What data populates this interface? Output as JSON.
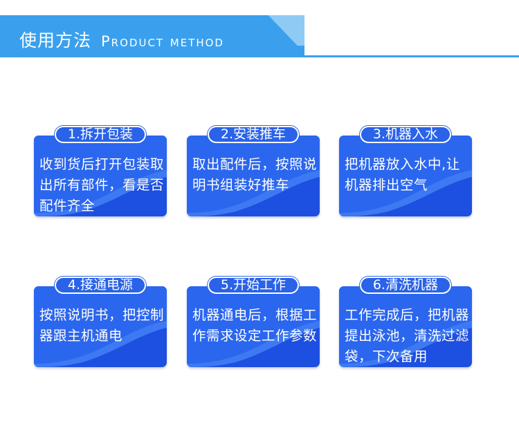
{
  "header": {
    "title_cn": "使用方法",
    "title_en": "Product method"
  },
  "steps": [
    {
      "label": "1.拆开包装",
      "text": "收到货后打开包装取出所有部件，看是否配件齐全"
    },
    {
      "label": "2.安装推车",
      "text": "取出配件后，按照说明书组装好推车"
    },
    {
      "label": "3.机器入水",
      "text": "把机器放入水中,让机器排出空气"
    },
    {
      "label": "4.接通电源",
      "text": "按照说明书，把控制器跟主机通电"
    },
    {
      "label": "5.开始工作",
      "text": "机器通电后，根据工作需求设定工作参数"
    },
    {
      "label": "6.清洗机器",
      "text": "工作完成后，把机器提出泳池，清洗过滤袋，下次备用"
    }
  ],
  "colors": {
    "banner": "#3aa0ee",
    "banner_light": "#8fcaf5",
    "card": "#1d4fe0",
    "card_light": "#3d79f2"
  }
}
